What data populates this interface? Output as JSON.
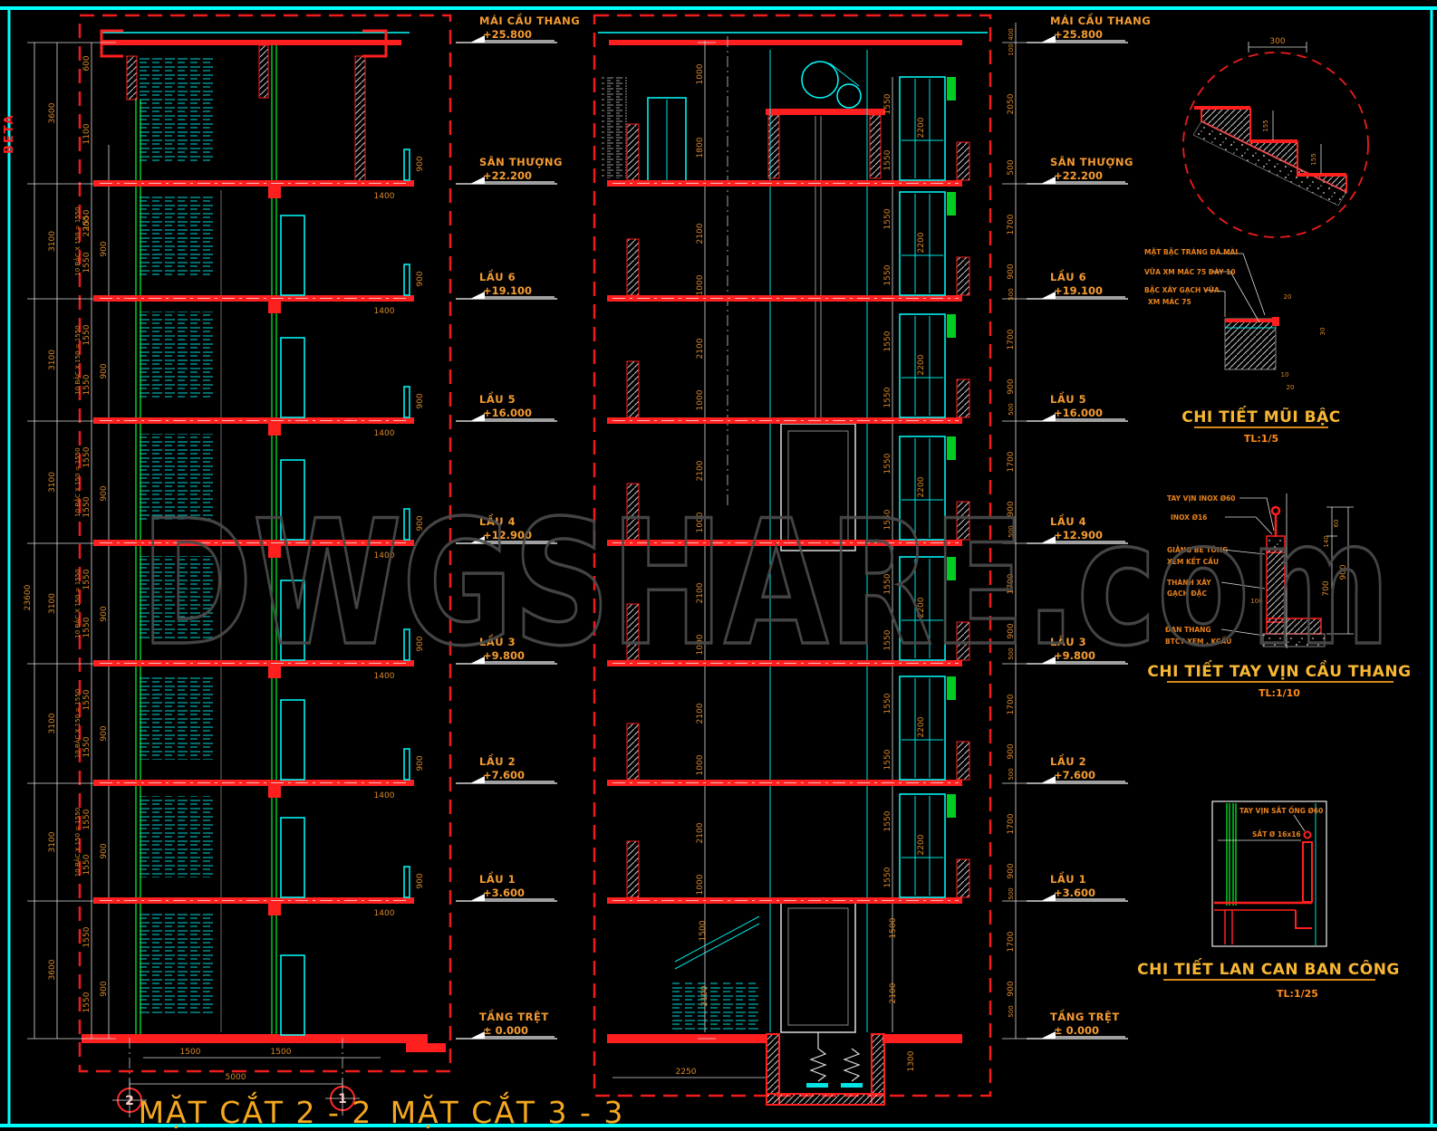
{
  "page": {
    "corner_tag": "BETA",
    "watermark": "DWGSHARE.com",
    "colors": {
      "background": "#000000",
      "line_red": "#ff1f1f",
      "line_cyan": "#00ffff",
      "line_green": "#00cc22",
      "text_orange": "#f49b32",
      "dim_white": "#ffffff",
      "watermark_gray": "#4a4a4a"
    }
  },
  "levels": [
    {
      "name": "MÁI CẦU THANG",
      "elev": "+25.800"
    },
    {
      "name": "SÂN THƯỢNG",
      "elev": "+22.200"
    },
    {
      "name": "LẦU 6",
      "elev": "+19.100"
    },
    {
      "name": "LẦU 5",
      "elev": "+16.000"
    },
    {
      "name": "LẦU 4",
      "elev": "+12.900"
    },
    {
      "name": "LẦU 3",
      "elev": "+9.800"
    },
    {
      "name": "LẦU 2",
      "elev": "+7.600"
    },
    {
      "name": "LẦU 1",
      "elev": "+3.600"
    },
    {
      "name": "TẦNG TRỆT",
      "elev": "± 0.000"
    }
  ],
  "sections": {
    "s22": {
      "title": "MẶT CẮT 2 - 2",
      "bubble_left": "2",
      "bubble_right": "1"
    },
    "s33": {
      "title": "MẶT CẮT 3 - 3"
    }
  },
  "dims": {
    "v23600": "23600",
    "v3600": "3600",
    "v3100": "3100",
    "v1550": "1550",
    "v900": "900",
    "v500": "500",
    "v600": "600",
    "v1100": "1100",
    "v2200": "2200",
    "v1400": "1400",
    "v400": "400",
    "v100": "100",
    "v2050": "2050",
    "v1700": "1700",
    "v1000": "1000",
    "v1800": "1800",
    "v2100": "2100",
    "v1500": "1500",
    "v5000": "5000",
    "v2250": "2250",
    "v1300": "1300",
    "v300": "300",
    "v155": "155",
    "v20": "20",
    "v30": "30",
    "v10": "10",
    "v140": "140",
    "v60": "60",
    "v700": "700",
    "stair_note": "10 BẬC X 150 = 1550"
  },
  "details": {
    "stair_nose": {
      "title": "CHI TIẾT MŨI BẬC",
      "scale": "TL:1/5",
      "notes": [
        "MẶT BẬC TRÁNG ĐÁ MÀI",
        "VỮA XM MÁC 75 DÀY 10",
        "BẬC XÂY GẠCH VỮA",
        "XM MÁC 75"
      ]
    },
    "handrail": {
      "title": "CHI TIẾT TAY VỊN CẦU THANG",
      "scale": "TL:1/10",
      "notes": [
        "TAY VỊN INOX Ø60",
        "INOX Ø16",
        "GIẰNG BÊ TÔNG",
        "XEM KẾT CẤU",
        "THÀNH XÂY",
        "GẠCH ĐẶC",
        "ĐAN THANG",
        "BTCT XEM . KCẤU"
      ]
    },
    "balcony": {
      "title": "CHI TIẾT LAN CAN BAN CÔNG",
      "scale": "TL:1/25",
      "notes": [
        "TAY VỊN SẮT ỐNG Ø60",
        "SẮT Ø 16x16"
      ]
    }
  }
}
